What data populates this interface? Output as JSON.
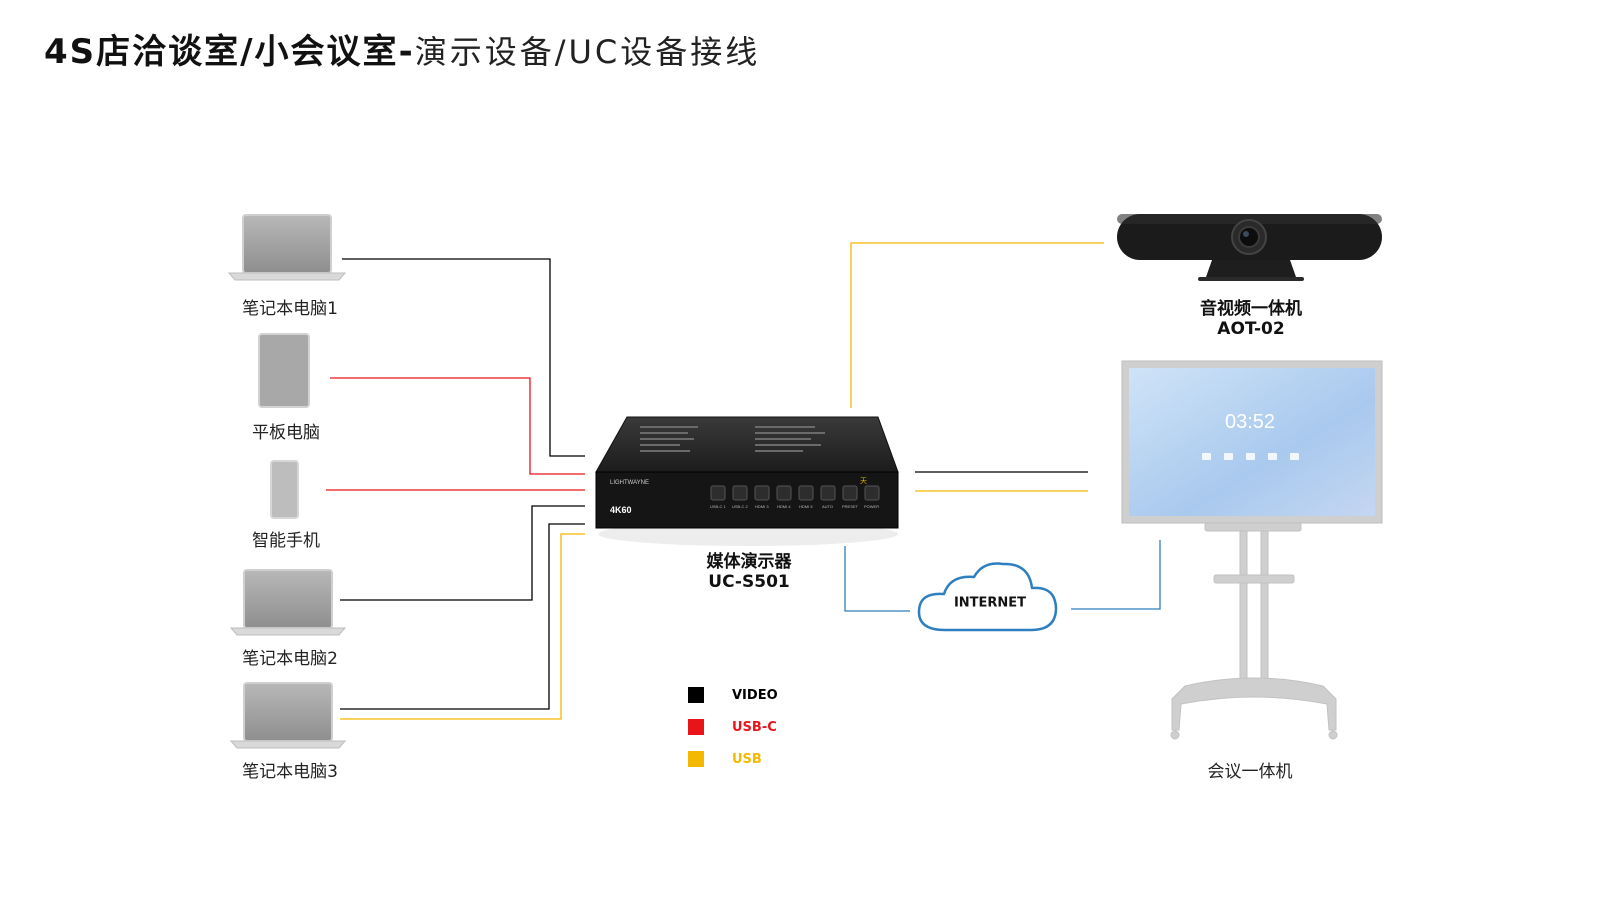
{
  "title": {
    "bold_part": "4S店洽谈室/小会议室",
    "separator": "-",
    "light_part": "演示设备/UC设备接线"
  },
  "devices": {
    "laptop1": "笔记本电脑1",
    "tablet": "平板电脑",
    "phone": "智能手机",
    "laptop2": "笔记本电脑2",
    "laptop3": "笔记本电脑3"
  },
  "switcher": {
    "name": "媒体演示器",
    "model": "UC-S501",
    "brand_text": "LIGHTWAYNE",
    "resolution": "4K60",
    "button_labels": [
      "USB-C 1",
      "USB-C 2",
      "HDMI 3",
      "HDMI 4",
      "HDMI 5",
      "AUTO",
      "PRESET",
      "POWER"
    ]
  },
  "camera": {
    "name": "音视频一体机",
    "model": "AOT-02"
  },
  "display": {
    "name": "会议一体机",
    "clock": "03:52"
  },
  "cloud": {
    "label": "INTERNET"
  },
  "legend": [
    {
      "label": "VIDEO",
      "color": "#000000"
    },
    {
      "label": "USB-C",
      "color": "#e8141a"
    },
    {
      "label": "USB",
      "color": "#f5b800"
    }
  ],
  "colors": {
    "video": "#000000",
    "usbc": "#e8141a",
    "usb": "#f5b800",
    "network": "#2e7fc0"
  }
}
